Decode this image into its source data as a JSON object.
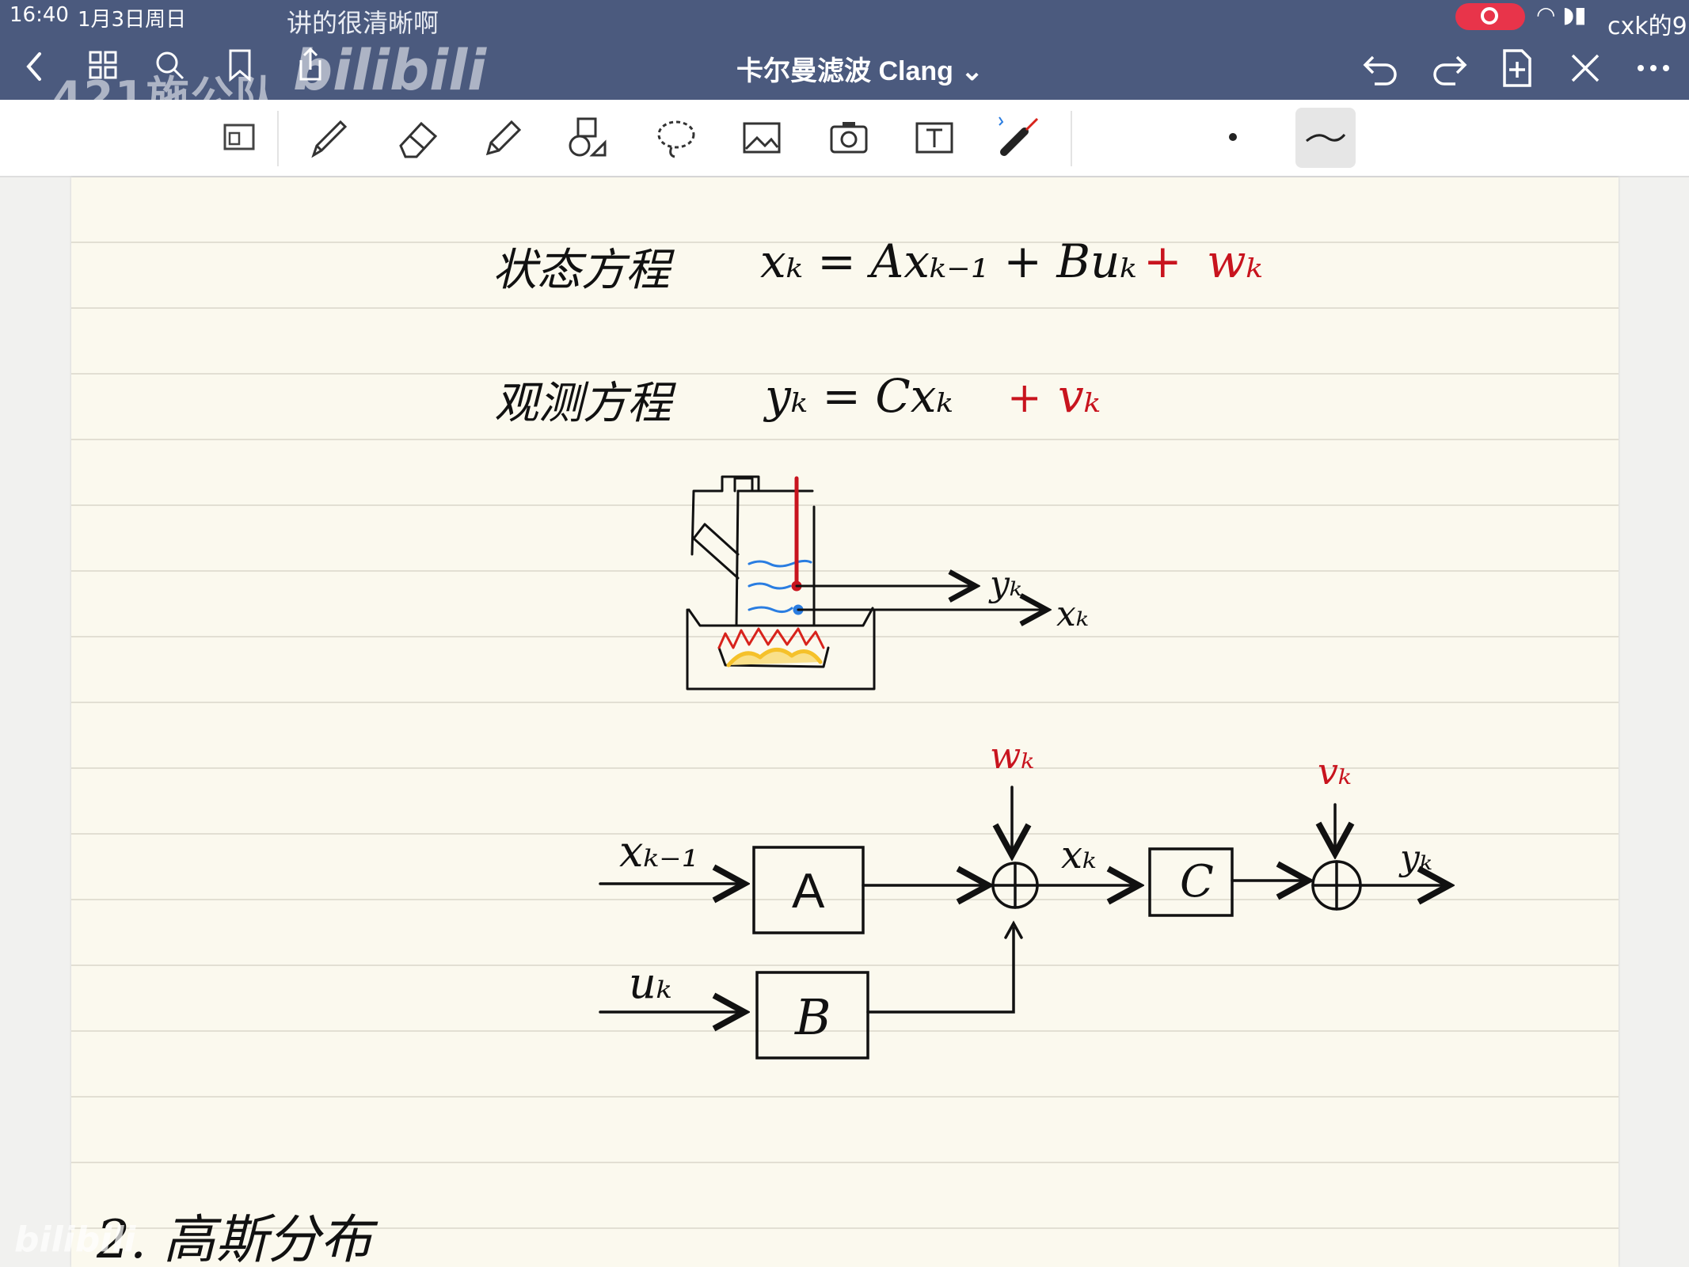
{
  "status_bar": {
    "time": "16:40",
    "date": "1月3日周日",
    "corner_text": "cxk的9"
  },
  "danmaku": "讲的很清晰啊",
  "watermark": {
    "team": "421施公队",
    "logo": "bilibili"
  },
  "header": {
    "title": "卡尔曼滤波 Clang ⌄",
    "icons": [
      "back-icon",
      "grid-icon",
      "search-icon",
      "bookmark-icon",
      "share-icon",
      "undo-icon",
      "redo-icon",
      "add-page-icon",
      "close-icon",
      "more-icon"
    ]
  },
  "toolbar": {
    "tools": [
      "page-layout-icon",
      "pen-icon",
      "eraser-icon",
      "highlighter-icon",
      "shapes-icon",
      "lasso-icon",
      "image-icon",
      "camera-icon",
      "textbox-icon",
      "laser-pointer-icon"
    ],
    "selected_color": "#cc1f1f"
  },
  "note": {
    "state_label": "状态方程",
    "state_eq_black": "xₖ = Axₖ₋₁ + Buₖ",
    "state_eq_plus": "+",
    "state_eq_red": "wₖ",
    "obs_label": "观测方程",
    "obs_eq_black": "yₖ = Cxₖ",
    "obs_eq_plus": "+",
    "obs_eq_red": "vₖ",
    "sketch_y": "yₖ",
    "sketch_x": "xₖ",
    "diagram": {
      "in_x": "xₖ₋₁",
      "in_u": "uₖ",
      "block_a": "A",
      "block_b": "B",
      "block_c": "C",
      "noise_w": "wₖ",
      "noise_v": "vₖ",
      "mid_x": "xₖ",
      "out_y": "yₖ"
    },
    "section2": "2.  高斯分布"
  },
  "colors": {
    "ink": "#111111",
    "red_ink": "#c8141e",
    "blue_water": "#2a7de1",
    "flame_red": "#d8231c",
    "flame_yellow": "#f5c12a"
  }
}
